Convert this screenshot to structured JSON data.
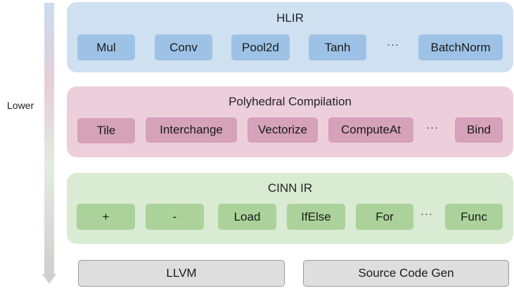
{
  "side_label": "Lower",
  "panels": [
    {
      "title": "HLIR",
      "ops": [
        "Mul",
        "Conv",
        "Pool2d",
        "Tanh",
        "BatchNorm"
      ],
      "ellipsis": "···",
      "bg": "#cfe0f1",
      "chip": "#9ec2e6"
    },
    {
      "title": "Polyhedral Compilation",
      "ops": [
        "Tile",
        "Interchange",
        "Vectorize",
        "ComputeAt",
        "Bind"
      ],
      "ellipsis": "···",
      "bg": "#eccfdb",
      "chip": "#d6a2b8"
    },
    {
      "title": "CINN IR",
      "ops": [
        "+",
        "-",
        "Load",
        "IfElse",
        "For",
        "Func"
      ],
      "ellipsis": "···",
      "bg": "#d9ebd2",
      "chip": "#abd29a"
    }
  ],
  "backends": [
    "LLVM",
    "Source Code Gen"
  ],
  "arrow_icon": "down-arrow-icon"
}
